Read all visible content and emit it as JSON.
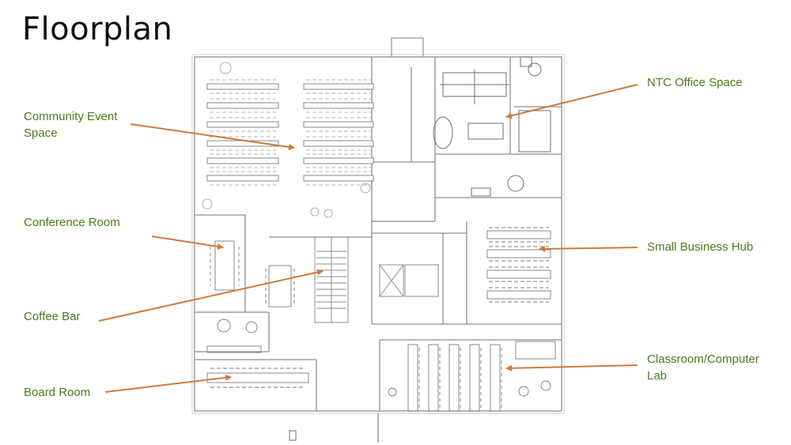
{
  "page": {
    "title": "Floorplan"
  },
  "colors": {
    "label_text": "#4b7a1f",
    "arrow": "#d07a3a",
    "plan_lines": "#9a9a9a",
    "title_text": "#111111"
  },
  "callouts": {
    "community_event_space": {
      "line1": "Community Event",
      "line2": "Space"
    },
    "conference_room": "Conference Room",
    "coffee_bar": "Coffee Bar",
    "board_room": "Board Room",
    "ntc_office_space": "NTC Office Space",
    "small_business_hub": "Small Business Hub",
    "classroom_computer_lab": {
      "line1": "Classroom/Computer",
      "line2": "Lab"
    }
  }
}
